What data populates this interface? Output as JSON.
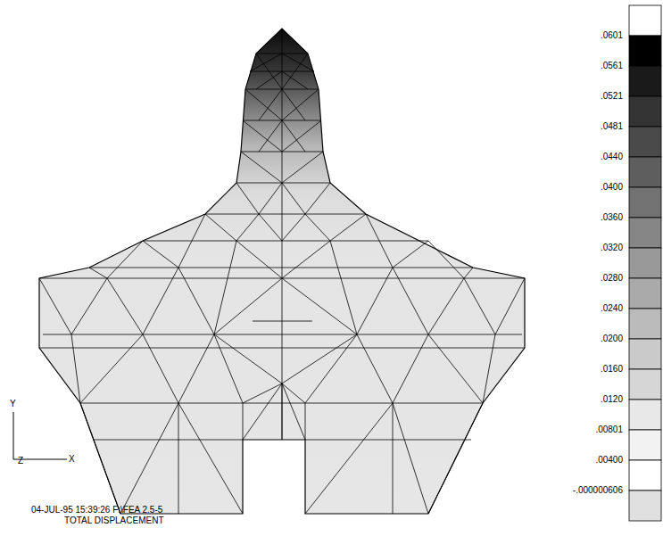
{
  "diagram": {
    "caption": "TOTAL DISPLACEMENT",
    "labels": [
      ".0601",
      ".0561",
      ".0521",
      ".0481",
      ".0440",
      ".0400",
      ".0360",
      ".0320",
      ".0280",
      ".0240",
      ".0200",
      ".0160",
      ".0120",
      ".00801",
      ".00400",
      "-.000000606",
      "Y",
      "Z",
      "X",
      "04-JUL-95 15:39:26 F:\\FEA 2.5-5"
    ]
  }
}
